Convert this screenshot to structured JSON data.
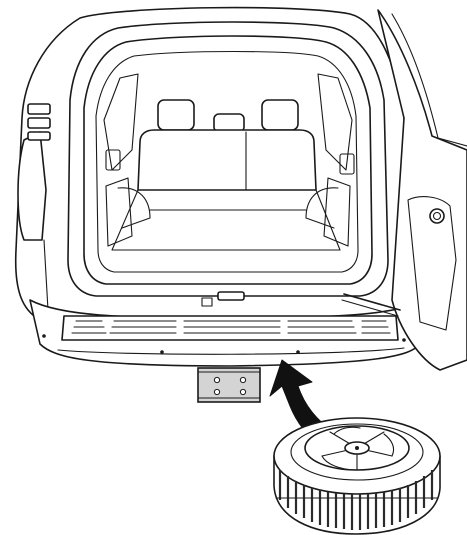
{
  "colors": {
    "line": "#1a1a1a",
    "background": "#ffffff",
    "bracket_fill": "#d4d4d4",
    "tire_tread": "#2b2b2b",
    "arrow": "#111111"
  },
  "icons": {
    "vehicle": "suv-rear-open-tailgate",
    "mount": "spare-tire-mount-bracket",
    "arrow": "curved-arrow-up",
    "wheel": "spare-tire"
  }
}
